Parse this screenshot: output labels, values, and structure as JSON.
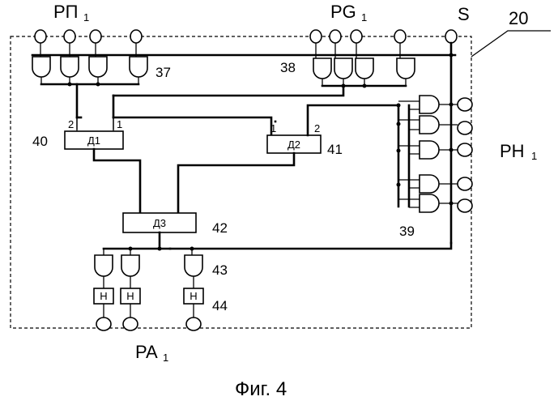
{
  "labels": {
    "rp1": "РП",
    "pg1": "PG",
    "ph1": "PH",
    "pa1": "PA",
    "index": "1",
    "s": "S",
    "n20": "20",
    "n37": "37",
    "n38": "38",
    "n39": "39",
    "n40": "40",
    "n41": "41",
    "n42": "42",
    "n43": "43",
    "n44": "44",
    "pin1": "1",
    "pin2": "2",
    "caption": "Фиг. 4"
  },
  "blocks": {
    "d1": "Д1",
    "d2": "Д2",
    "d3": "Д3",
    "h": "H"
  }
}
